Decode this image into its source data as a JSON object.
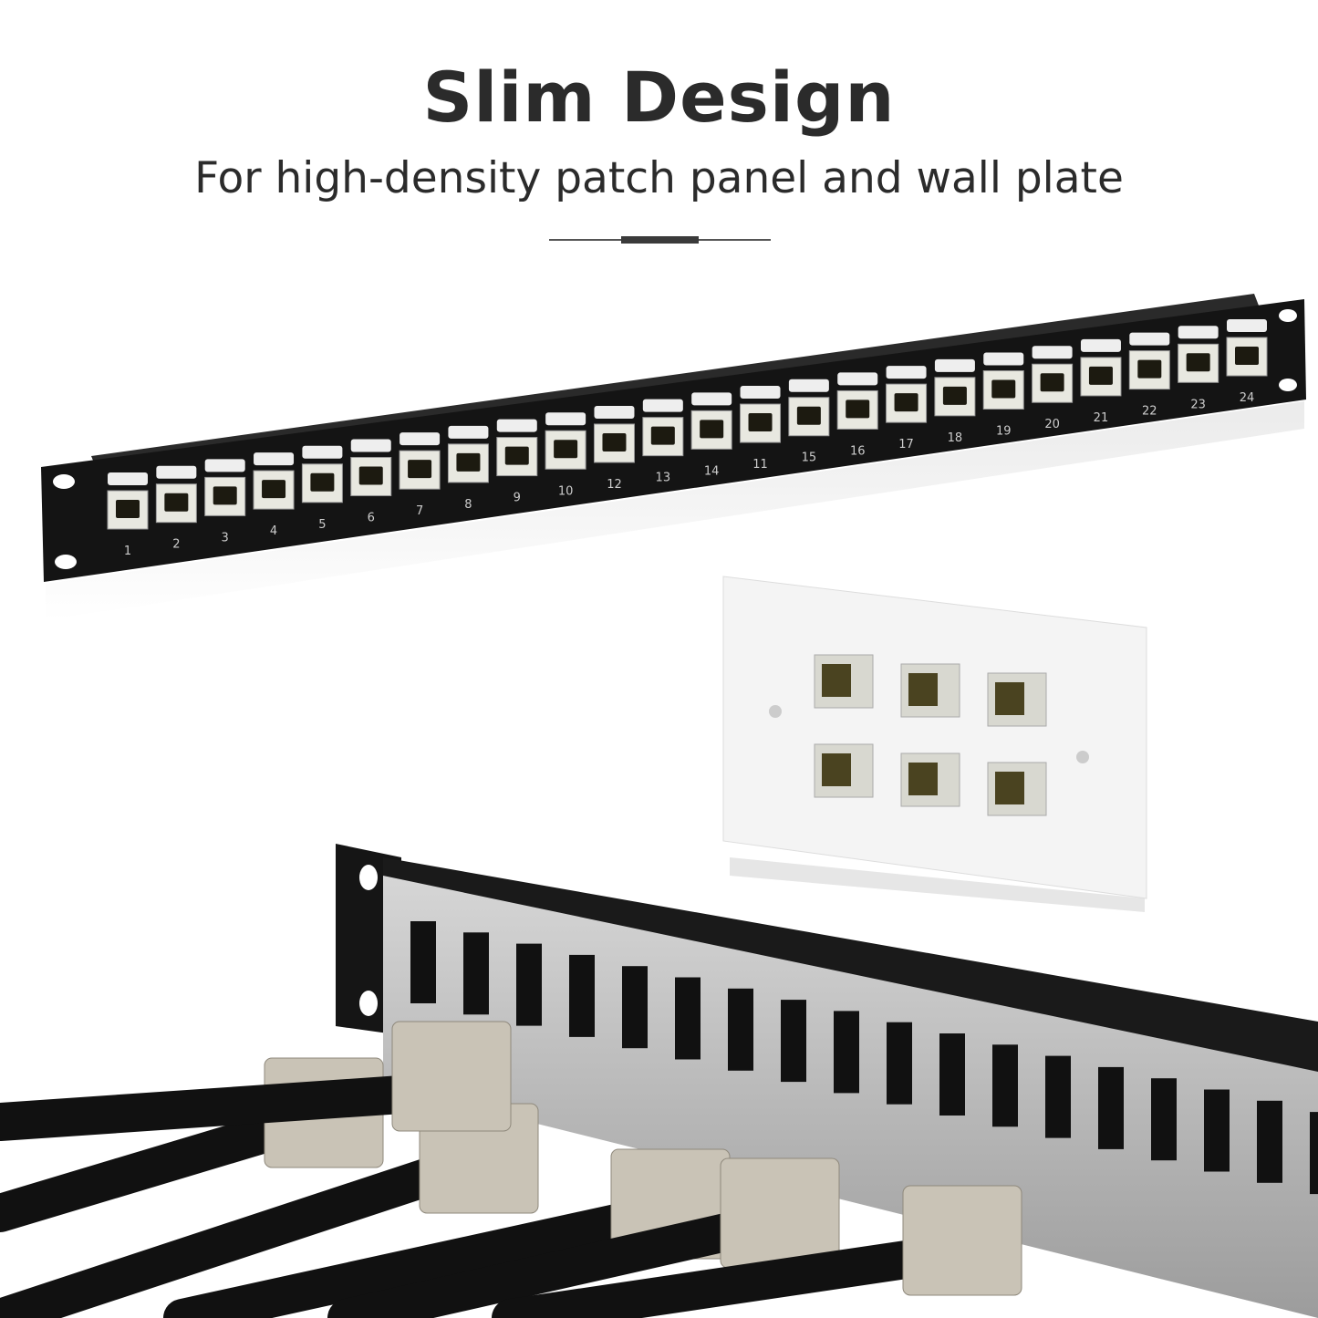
{
  "header": {
    "title": "Slim Design",
    "subtitle": "For high-density patch panel and wall plate"
  },
  "patch_panel": {
    "port_labels": [
      "1",
      "2",
      "3",
      "4",
      "5",
      "6",
      "7",
      "8",
      "9",
      "10",
      "12",
      "13",
      "14",
      "11",
      "15",
      "16",
      "17",
      "18",
      "19",
      "20",
      "21",
      "22",
      "23",
      "24"
    ],
    "color": "#141414"
  },
  "wall_plate": {
    "jack_count": 6,
    "color": "#f4f4f4"
  },
  "keystone_panel": {
    "color": "#b8b8b8"
  },
  "colors": {
    "text": "#2b2b2b",
    "accent": "#3a3a3a"
  }
}
